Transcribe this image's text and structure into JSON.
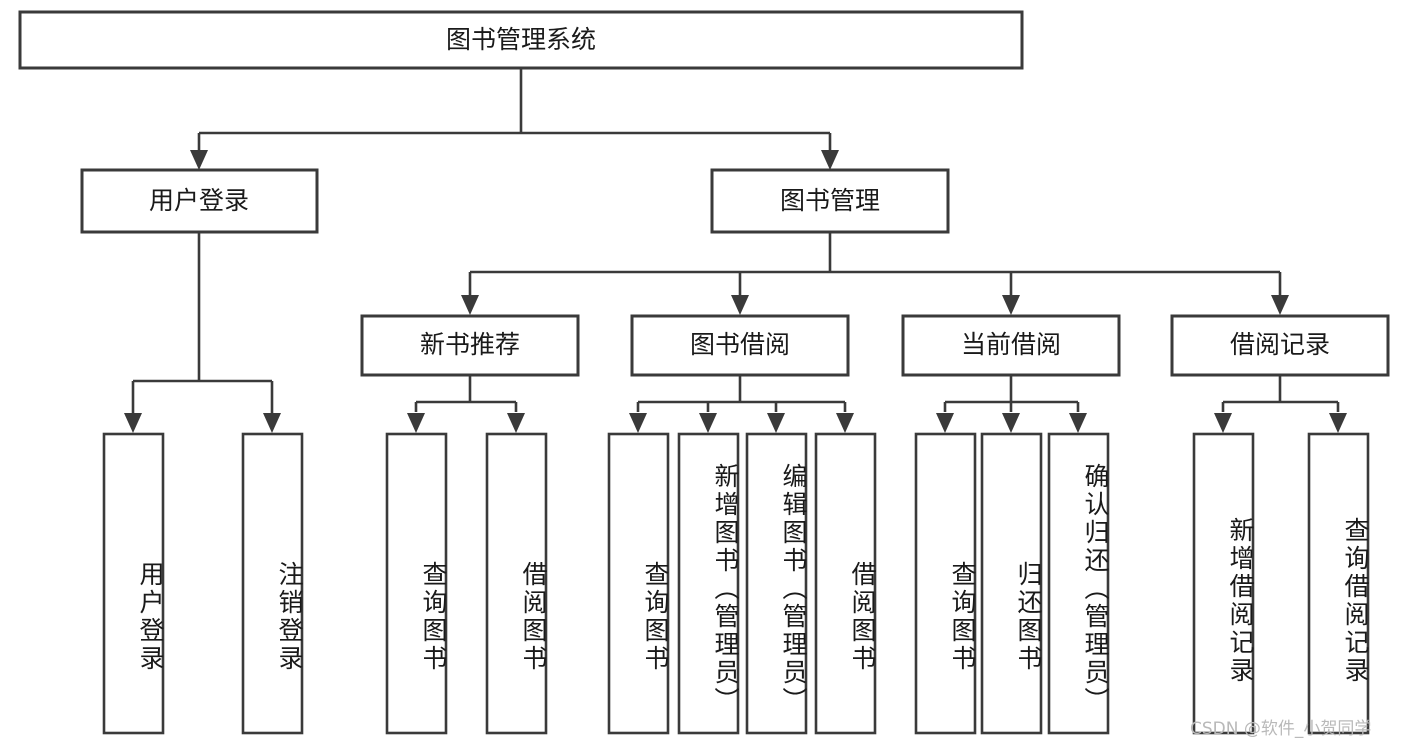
{
  "diagram": {
    "type": "tree-hierarchy",
    "title": "图书管理系统",
    "root": {
      "label": "图书管理系统",
      "id": "root",
      "level": 0
    },
    "level1": [
      {
        "id": "user-login",
        "label": "用户登录"
      },
      {
        "id": "book-management",
        "label": "图书管理"
      }
    ],
    "level2": [
      {
        "id": "new-book-recommend",
        "label": "新书推荐",
        "parent": "book-management"
      },
      {
        "id": "book-borrow",
        "label": "图书借阅",
        "parent": "book-management"
      },
      {
        "id": "current-borrow",
        "label": "当前借阅",
        "parent": "book-management"
      },
      {
        "id": "borrow-record",
        "label": "借阅记录",
        "parent": "book-management"
      }
    ],
    "leaves": [
      {
        "id": "leaf-user-login",
        "label": "用户登录",
        "parent": "user-login"
      },
      {
        "id": "leaf-logout",
        "label": "注销登录",
        "parent": "user-login"
      },
      {
        "id": "leaf-query-book-1",
        "label": "查询图书",
        "parent": "new-book-recommend"
      },
      {
        "id": "leaf-borrow-book-1",
        "label": "借阅图书",
        "parent": "new-book-recommend"
      },
      {
        "id": "leaf-query-book-2",
        "label": "查询图书",
        "parent": "book-borrow"
      },
      {
        "id": "leaf-add-book",
        "label": "新增图书（管理员）",
        "parent": "book-borrow"
      },
      {
        "id": "leaf-edit-book",
        "label": "编辑图书（管理员）",
        "parent": "book-borrow"
      },
      {
        "id": "leaf-borrow-book-2",
        "label": "借阅图书",
        "parent": "book-borrow"
      },
      {
        "id": "leaf-query-book-3",
        "label": "查询图书",
        "parent": "current-borrow"
      },
      {
        "id": "leaf-return-book",
        "label": "归还图书",
        "parent": "current-borrow"
      },
      {
        "id": "leaf-confirm-return",
        "label": "确认归还（管理员）",
        "parent": "current-borrow"
      },
      {
        "id": "leaf-add-record",
        "label": "新增借阅记录",
        "parent": "borrow-record"
      },
      {
        "id": "leaf-query-record",
        "label": "查询借阅记录",
        "parent": "borrow-record"
      }
    ],
    "colors": {
      "stroke": "#3a3a3a",
      "fill": "#ffffff",
      "text": "#1a1a1a",
      "watermark": "#b9b9b9"
    }
  },
  "watermark": {
    "text": "CSDN @软件_小贺同学"
  }
}
